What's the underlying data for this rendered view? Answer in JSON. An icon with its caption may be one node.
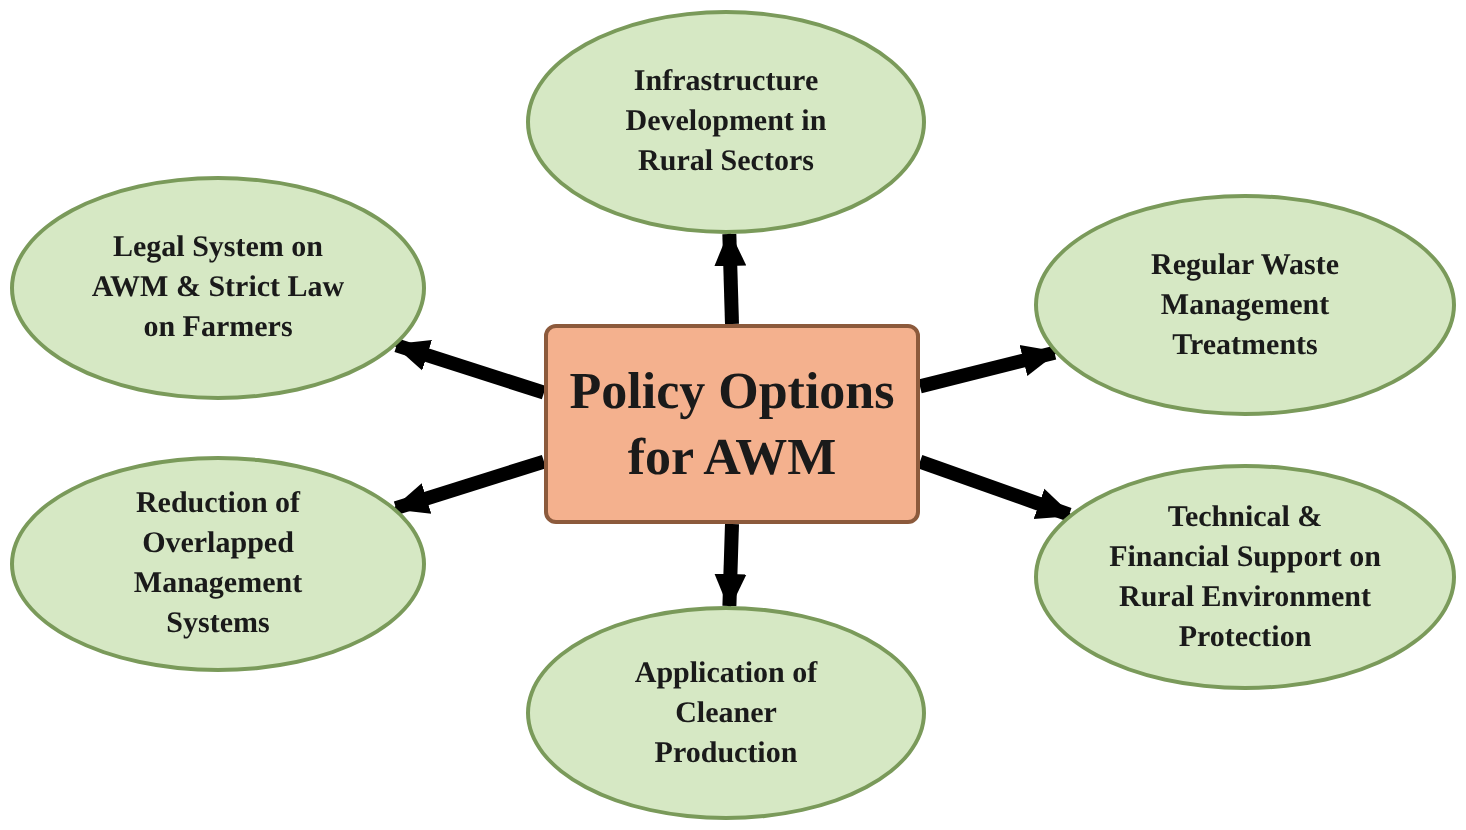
{
  "diagram": {
    "nodes": [
      {
        "text": [
          "Policy Options for AWM"
        ]
      },
      {
        "text": [
          "Infrastructure Development in Rural Sectors"
        ]
      },
      {
        "text": [
          "Legal System on AWM & Strict Law on Farmers"
        ]
      },
      {
        "text": [
          "Regular Waste Management Treatments"
        ]
      },
      {
        "text": [
          "Reduction of Overlapped Management Systems"
        ]
      },
      {
        "text": [
          "Technical & Financial Support on Rural Environment Protection"
        ]
      },
      {
        "text": [
          "Application of Cleaner Production"
        ]
      }
    ],
    "edges": [
      {
        "from": 0,
        "to": 1,
        "arrow": "to"
      },
      {
        "from": 0,
        "to": 2,
        "arrow": "to"
      },
      {
        "from": 0,
        "to": 3,
        "arrow": "to"
      },
      {
        "from": 0,
        "to": 4,
        "arrow": "to"
      },
      {
        "from": 0,
        "to": 5,
        "arrow": "to"
      },
      {
        "from": 0,
        "to": 6,
        "arrow": "to"
      }
    ]
  }
}
